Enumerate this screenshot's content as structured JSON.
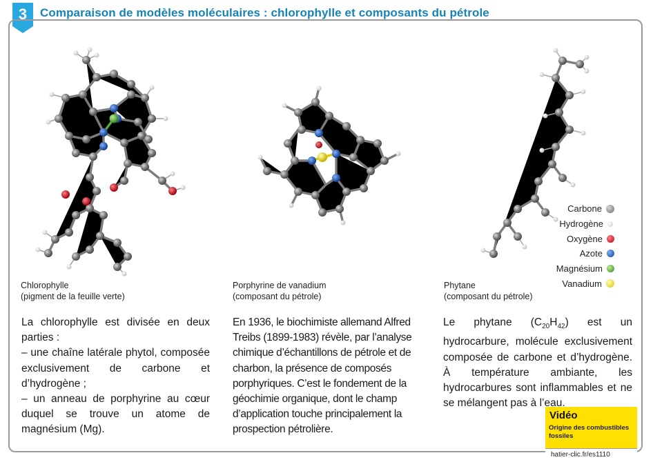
{
  "header": {
    "number": "3",
    "title": "Comparaison de modèles moléculaires : chlorophylle et composants du pétrole"
  },
  "captions": {
    "chlorophylle": {
      "name": "Chlorophylle",
      "desc": "(pigment de la feuille verte)"
    },
    "porphyrine": {
      "name": "Porphyrine de vanadium",
      "desc": "(composant du pétrole)"
    },
    "phytane": {
      "name": "Phytane",
      "desc": "(composant du pétrole)"
    }
  },
  "texts": {
    "chlorophylle": {
      "intro": "La chlorophylle est divisée en deux parties :",
      "item1": "– une chaîne latérale phytol, composée exclusivement de carbone et d’hydrogène ;",
      "item2": "– un anneau de porphyrine au cœur duquel se trouve un atome de magnésium (Mg)."
    },
    "porphyrine": "En 1936, le biochimiste allemand Alfred Treibs (1899-1983) révèle, par l’analyse chimique d’échantillons de pétrole et de charbon, la présence de composés porphyriques. C’est le fondement de la géochimie organique, dont le champ d’application touche principalement la prospection pétrolière.",
    "phytane": {
      "before": "Le phytane (C",
      "sub1": "20",
      "mid": "H",
      "sub2": "42",
      "after": ") est un hydrocarbure, molécule exclusivement composée de carbone et d’hydrogène. À température ambiante, les hydrocarbures sont inflammables et ne se mélangent pas à l’eau."
    }
  },
  "legend": [
    {
      "label": "Carbone",
      "color": "#8a8a8a"
    },
    {
      "label": "Hydrogène",
      "color": "#e6e6e6"
    },
    {
      "label": "Oxygène",
      "color": "#d8202a"
    },
    {
      "label": "Azote",
      "color": "#1f5fb0"
    },
    {
      "label": "Magnésium",
      "color": "#5aa83a"
    },
    {
      "label": "Vanadium",
      "color": "#f0e020"
    }
  ],
  "video": {
    "label": "Vidéo",
    "subtitle": "Origine des combustibles fossiles",
    "link": "hatier-clic.fr/es1110"
  },
  "colors": {
    "accent": "#29a8df",
    "title": "#1783b7",
    "video_bg": "#ffe000"
  }
}
